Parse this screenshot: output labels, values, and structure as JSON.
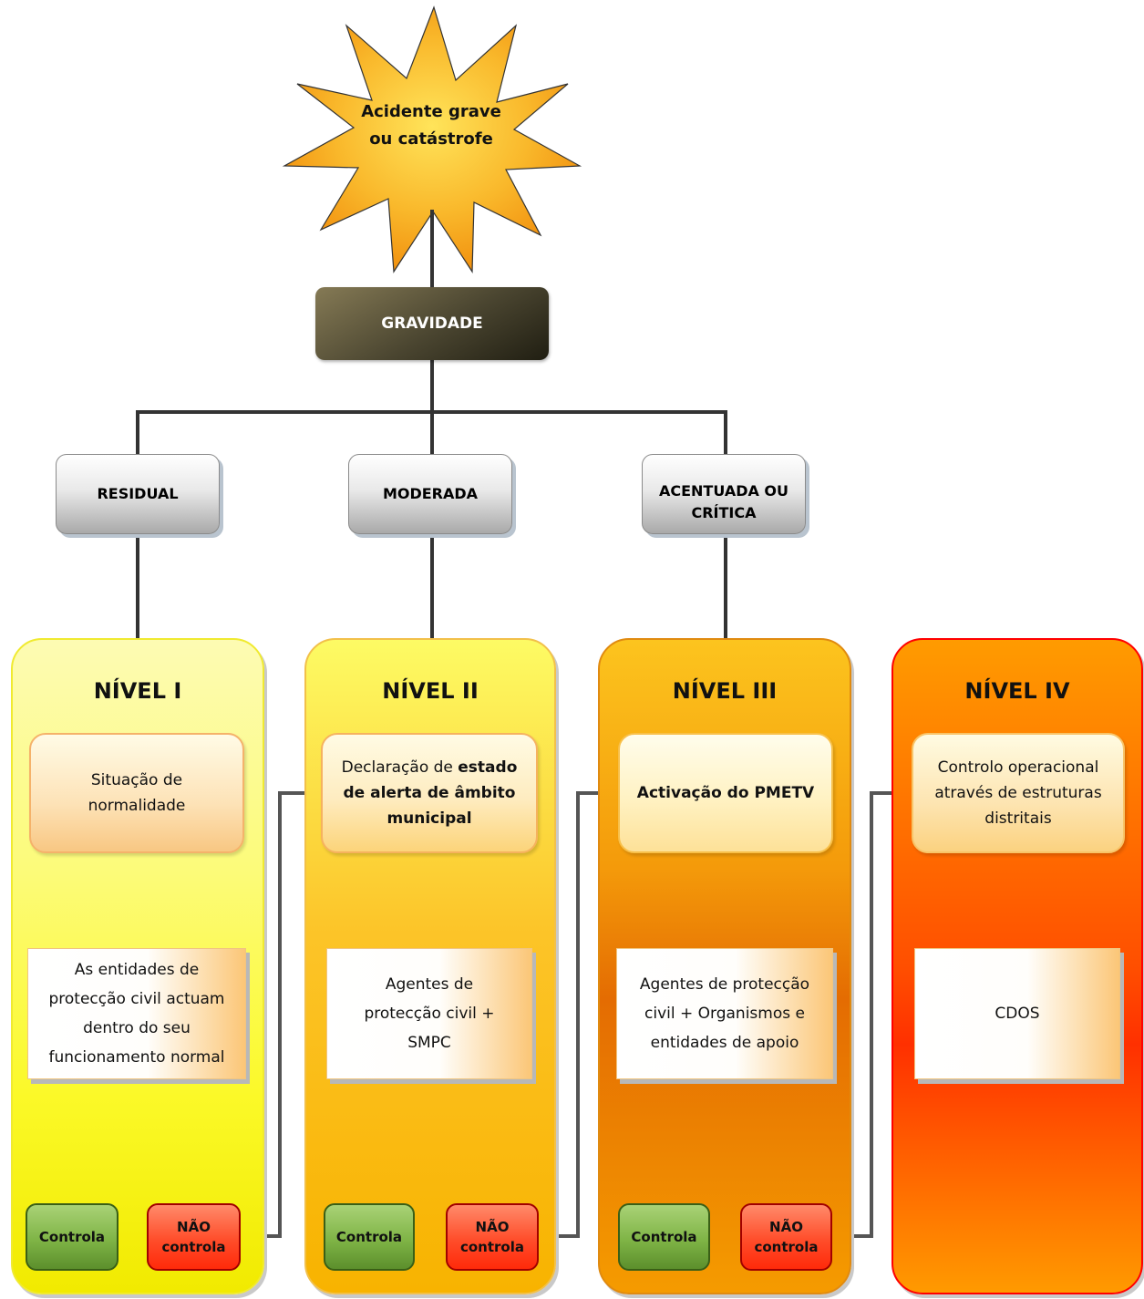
{
  "event": {
    "line1": "Acidente grave",
    "line2_a": "ou ",
    "line2_b": "catástrofe"
  },
  "gravity": {
    "label": "GRAVIDADE"
  },
  "severities": [
    {
      "label": "RESIDUAL"
    },
    {
      "label": "MODERADA"
    },
    {
      "label": "ACENTUADA OU CRÍTICA"
    }
  ],
  "levels": [
    {
      "title": "NÍVEL I",
      "situation": "Situação de normalidade",
      "actors": "As entidades de protecção civil actuam dentro do seu funcionamento normal",
      "controls": "Controla",
      "not_controls_1": "NÃO",
      "not_controls_2": "controla"
    },
    {
      "title": "NÍVEL II",
      "situation_a": "Declaração de ",
      "situation_b": "estado de alerta de âmbito municipal",
      "actors": "Agentes de protecção civil + SMPC",
      "controls": "Controla",
      "not_controls_1": "NÃO",
      "not_controls_2": "controla"
    },
    {
      "title": "NÍVEL III",
      "situation": "Activação do PMETV",
      "actors": "Agentes de protecção civil + Organismos e entidades de apoio",
      "controls": "Controla",
      "not_controls_1": "NÃO",
      "not_controls_2": "controla"
    },
    {
      "title": "NÍVEL IV",
      "situation": "Controlo operacional através de estruturas distritais",
      "actors": "CDOS"
    }
  ],
  "colors": {
    "connector": "#333333",
    "arrow": "#555555",
    "star": "#f7a51c",
    "star_outline": "#333333",
    "control_green": "#7fb446",
    "not_control_red": "#ff4d2a"
  }
}
